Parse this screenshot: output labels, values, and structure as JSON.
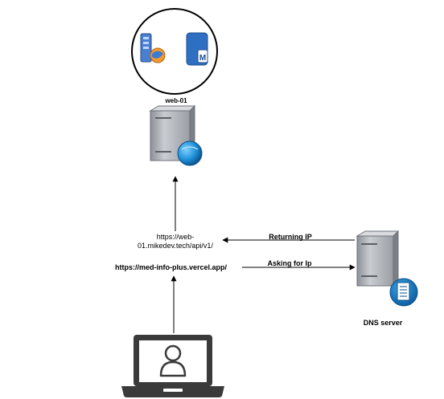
{
  "nodes": {
    "web_server": {
      "label": "web-01"
    },
    "dns_server": {
      "label": "DNS server"
    },
    "client": {
      "label": ""
    }
  },
  "edges": {
    "client_to_web": {
      "label": "https://web-01.mikedev.tech/api/v1/"
    },
    "client_request": {
      "label": "https://med-info-plus.vercel.app/"
    },
    "returning_ip": {
      "label": "Returning IP"
    },
    "asking_ip": {
      "label": "Asking for Ip"
    }
  },
  "colors": {
    "line": "#000000",
    "server_body": "#b9bcc2",
    "globe": "#1e8fd6",
    "db_blue": "#2f6fc1"
  }
}
